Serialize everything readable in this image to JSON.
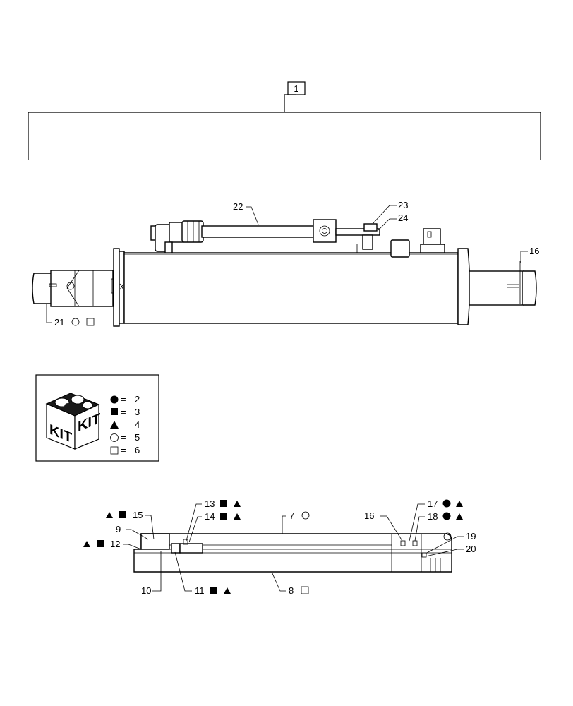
{
  "assembly": {
    "item_number": "1"
  },
  "top_callouts": {
    "c22": "22",
    "c23": "23",
    "c24": "24",
    "c16": "16",
    "c21": "21"
  },
  "legend": {
    "kit_label_left": "KIT",
    "kit_label_right": "KIT",
    "rows": [
      {
        "symbol": "filled-circle",
        "eq": "=",
        "value": "2"
      },
      {
        "symbol": "filled-square",
        "eq": "=",
        "value": "3"
      },
      {
        "symbol": "filled-triangle",
        "eq": "=",
        "value": "4"
      },
      {
        "symbol": "open-circle",
        "eq": "=",
        "value": "5"
      },
      {
        "symbol": "open-square",
        "eq": "=",
        "value": "6"
      }
    ]
  },
  "section_callouts": {
    "c15": "15",
    "c9": "9",
    "c12": "12",
    "c10": "10",
    "c11": "11",
    "c13": "13",
    "c14": "14",
    "c7": "7",
    "c8": "8",
    "c16": "16",
    "c17": "17",
    "c18": "18",
    "c19": "19",
    "c20": "20"
  },
  "colors": {
    "line": "#000000",
    "background": "#ffffff"
  }
}
